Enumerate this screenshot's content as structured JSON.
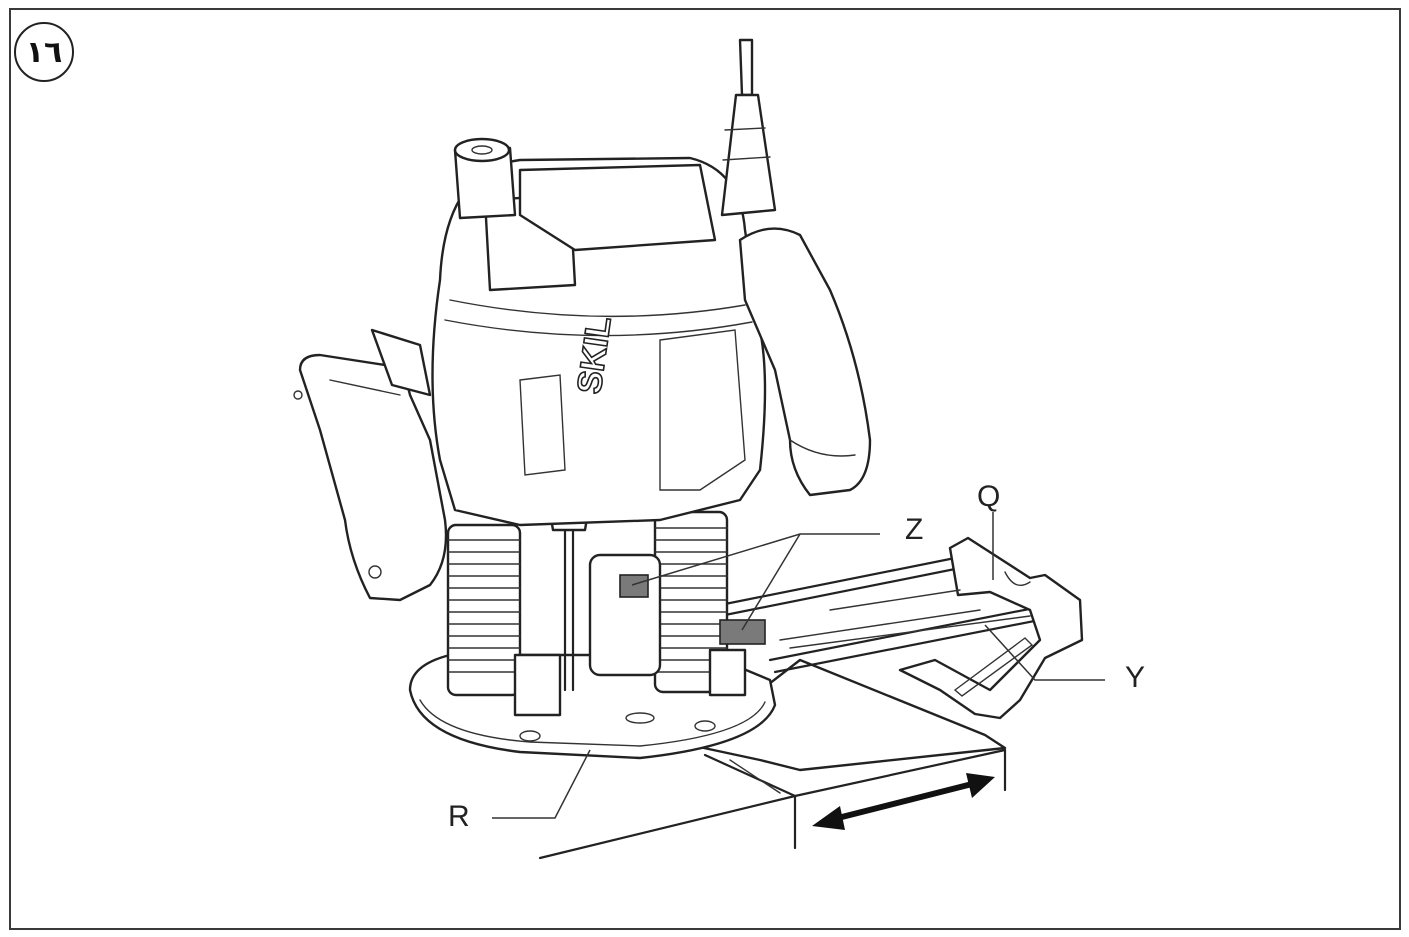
{
  "figure": {
    "number": "١٦",
    "brand": "SKIL"
  },
  "callouts": {
    "q": "Q",
    "z": "Z",
    "y": "Y",
    "r": "R"
  },
  "colors": {
    "line": "#222222",
    "stop_fill": "#7a7a7a",
    "background": "#ffffff"
  },
  "icons": {
    "motion_arrow": "double-headed-arrow"
  }
}
